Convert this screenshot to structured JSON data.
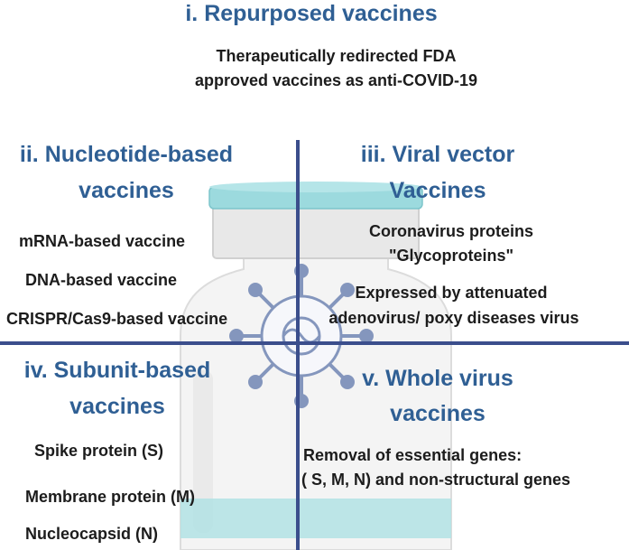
{
  "top": {
    "title": "i. Repurposed vaccines",
    "line1": "Therapeutically redirected FDA",
    "line2": "approved vaccines as anti-COVID-19"
  },
  "q2": {
    "title_l1": "ii. Nucleotide-based",
    "title_l2": "vaccines",
    "items": [
      "mRNA-based vaccine",
      "DNA-based vaccine",
      "CRISPR/Cas9-based vaccine"
    ]
  },
  "q3": {
    "title_l1": "iii. Viral vector",
    "title_l2": "Vaccines",
    "line1": "Coronavirus proteins",
    "line2": "\"Glycoproteins\"",
    "line3": "Expressed by attenuated",
    "line4": "adenovirus/ poxy diseases virus"
  },
  "q4": {
    "title_l1": "iv. Subunit-based",
    "title_l2": "vaccines",
    "items": [
      "Spike protein (S)",
      "Membrane protein (M)",
      "Nucleocapsid (N)"
    ]
  },
  "q5": {
    "title_l1": "v. Whole virus",
    "title_l2": "vaccines",
    "line1": "Removal of essential genes:",
    "line2": "( S, M, N) and non-structural genes"
  },
  "colors": {
    "heading": "#2f5f94",
    "divider": "#3b4e8c",
    "vial_cap": "#8fd3d8",
    "vial_body": "#ececec",
    "virus": "#7a8fb8"
  }
}
